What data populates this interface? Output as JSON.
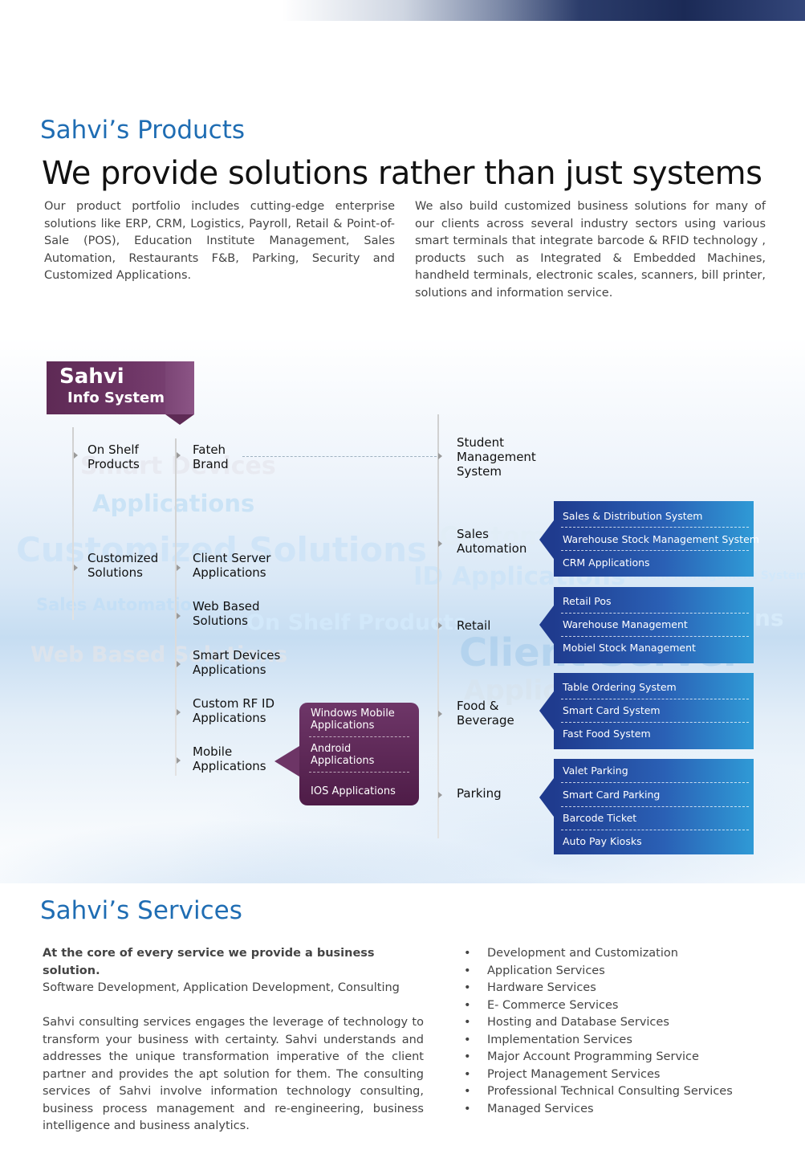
{
  "products": {
    "section_title": "Sahvi’s Products",
    "headline": "We provide solutions rather than just systems",
    "para_left": "Our product portfolio includes cutting-edge enterprise solutions like ERP, CRM, Logistics, Payroll, Retail & Point-of-Sale (POS), Education Institute Management, Sales Automation, Restaurants F&B, Parking, Security and Customized Applications.",
    "para_right": "We also build customized business solutions for many of our clients across several industry sectors using various smart terminals that integrate barcode & RFID technology , products such as Integrated & Embedded Machines, handheld terminals, electronic scales, scanners, bill printer, solutions and information service."
  },
  "diagram": {
    "logo_line1": "Sahvi",
    "logo_line2": "Info System",
    "level1": [
      "On Shelf Products",
      "Customized Solutions"
    ],
    "level2": [
      "Fateh Brand",
      "Client Server Applications",
      "Web Based Solutions",
      "Smart Devices Applications",
      "Custom RF ID Applications",
      "Mobile Applications"
    ],
    "mobile_apps": [
      "Windows Mobile Applications",
      "Android Applications",
      "IOS Applications"
    ],
    "level3": [
      "Student Management System",
      "Sales Automation",
      "Retail",
      "Food & Beverage",
      "Parking"
    ],
    "sales_automation_items": [
      "Sales & Distribution System",
      "Warehouse Stock Management System",
      "CRM Applications"
    ],
    "retail_items": [
      "Retail Pos",
      "Warehouse Management",
      "Mobiel Stock Management"
    ],
    "food_items": [
      "Table Ordering System",
      "Smart Card System",
      "Fast Food System"
    ],
    "parking_items": [
      "Valet Parking",
      "Smart Card Parking",
      "Barcode Ticket",
      "Auto Pay Kiosks"
    ],
    "watermarks": [
      "Smart Devices",
      "Applications",
      "Customized Solutions",
      "Sales Automation",
      "Web Based Solutions",
      "On Shelf Products",
      "Custom RF",
      "ID Applications",
      "Student Management System",
      "Client Server",
      "Applications",
      "ns"
    ]
  },
  "services": {
    "section_title": "Sahvi’s Services",
    "lead": "At the core of every service we provide a business solution.",
    "subtitle": "Software Development, Application Development, Consulting",
    "body": "Sahvi consulting services engages the leverage of technology to transform your business with certainty. Sahvi understands and addresses the unique transformation imperative of the client partner and provides the apt solution for them. The consulting services of Sahvi involve information technology consulting, business process management and re-engineering, business intelligence and business analytics.",
    "bullet_symbol": "•",
    "list": [
      "Development and Customization",
      "Application Services",
      "Hardware Services",
      "E- Commerce Services",
      "Hosting and Database Services",
      "Implementation Services",
      "Major Account Programming Service",
      "Project Management Services",
      "Professional Technical Consulting Services",
      "Managed Services"
    ]
  }
}
